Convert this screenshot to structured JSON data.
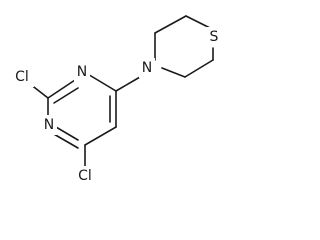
{
  "molecule": {
    "atoms": {
      "cl_top": "Cl",
      "n_upper": "N",
      "n_lower": "N",
      "cl_bottom": "Cl",
      "n_ring": "N",
      "s_ring": "S"
    }
  }
}
